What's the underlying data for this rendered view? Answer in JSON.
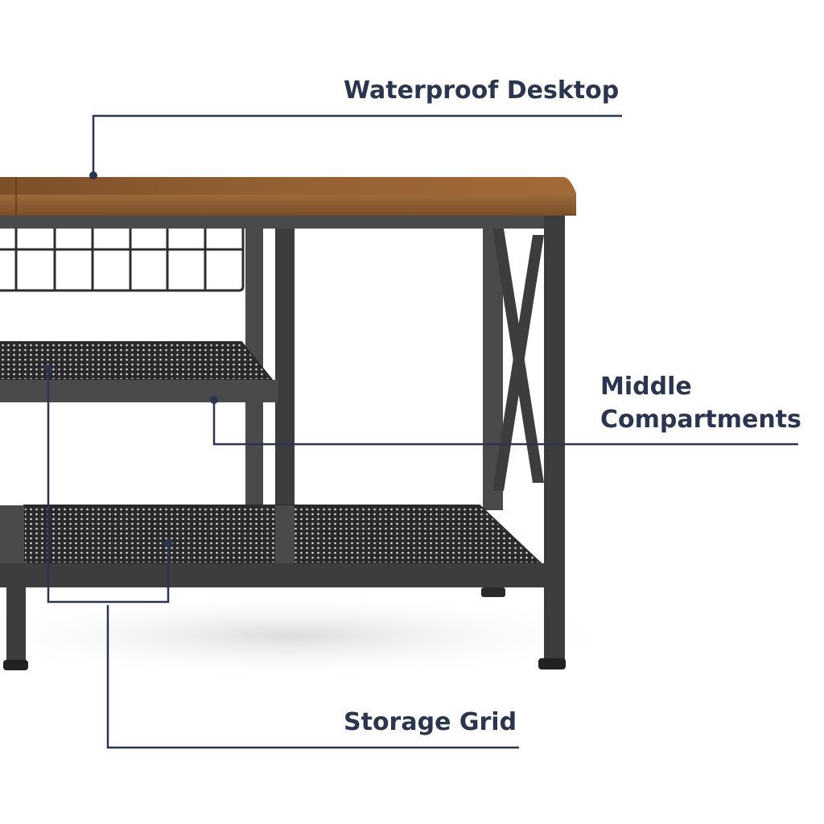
{
  "labels": {
    "desktop": "Waterproof Desktop",
    "middle_line1": "Middle",
    "middle_line2": "Compartments",
    "storage": "Storage Grid"
  },
  "colors": {
    "label": "#2b3550",
    "wood": "#8a5a2e",
    "metal": "#3d3d3f"
  }
}
